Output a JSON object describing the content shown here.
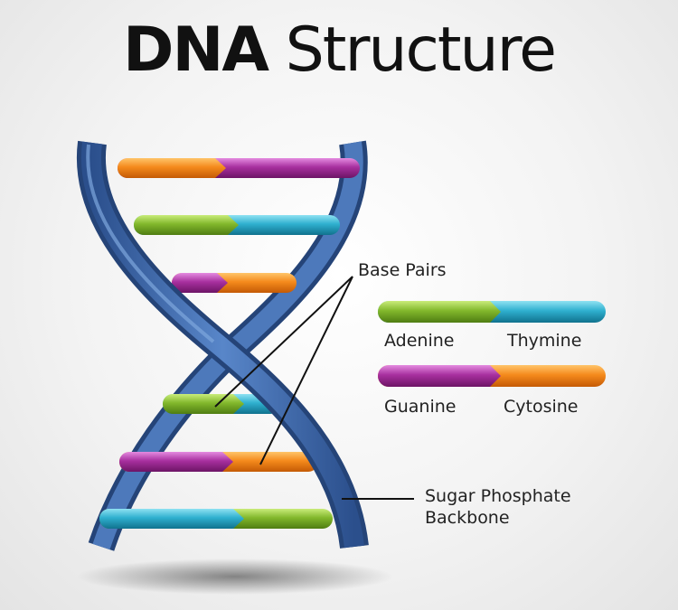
{
  "title": {
    "bold": "DNA",
    "light": " Structure"
  },
  "labels": {
    "base_pairs": "Base Pairs",
    "backbone_line1": "Sugar Phosphate",
    "backbone_line2": "Backbone"
  },
  "legend": [
    {
      "left": "Adenine",
      "right": "Thymine"
    },
    {
      "left": "Guanine",
      "right": "Cytosine"
    }
  ],
  "colors": {
    "adenine": "#7db52a",
    "thymine": "#2aa9c9",
    "guanine": "#a32b9e",
    "cytosine": "#f07b12",
    "backbone": "#3d6bb0"
  }
}
